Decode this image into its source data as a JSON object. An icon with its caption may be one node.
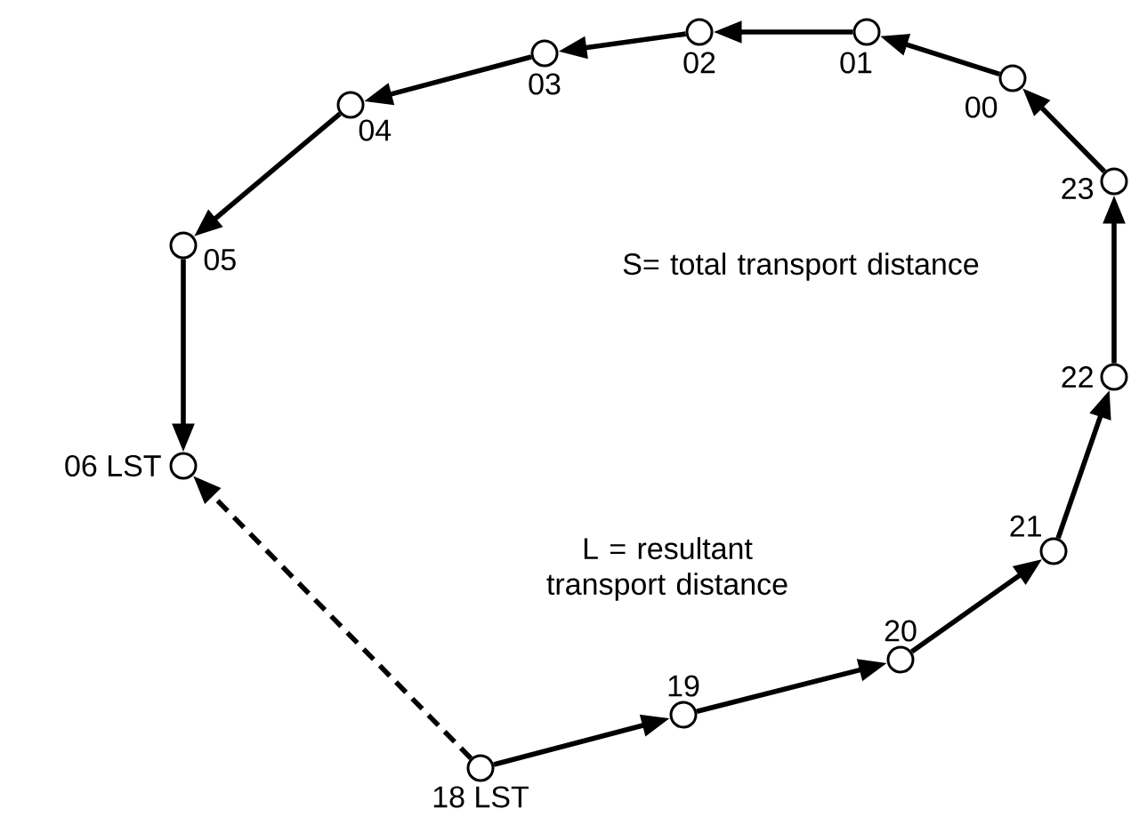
{
  "diagram": {
    "nodes": [
      {
        "text": [],
        "shape": "circle",
        "beside": [
          "18 LST"
        ]
      },
      {
        "text": [],
        "shape": "circle",
        "beside": [
          "19"
        ]
      },
      {
        "text": [],
        "shape": "circle",
        "beside": [
          "20"
        ]
      },
      {
        "text": [],
        "shape": "circle",
        "beside": [
          "21"
        ]
      },
      {
        "text": [],
        "shape": "circle",
        "beside": [
          "22"
        ]
      },
      {
        "text": [],
        "shape": "circle",
        "beside": [
          "23"
        ]
      },
      {
        "text": [],
        "shape": "circle",
        "beside": [
          "00"
        ]
      },
      {
        "text": [],
        "shape": "circle",
        "beside": [
          "01"
        ]
      },
      {
        "text": [],
        "shape": "circle",
        "beside": [
          "02"
        ]
      },
      {
        "text": [],
        "shape": "circle",
        "beside": [
          "03"
        ]
      },
      {
        "text": [],
        "shape": "circle",
        "beside": [
          "04"
        ]
      },
      {
        "text": [],
        "shape": "circle",
        "beside": [
          "05"
        ]
      },
      {
        "text": [],
        "shape": "circle",
        "beside": [
          "06 LST"
        ]
      }
    ],
    "edges": [
      {
        "from": 0,
        "to": 1,
        "arrow": "to"
      },
      {
        "from": 1,
        "to": 2,
        "arrow": "to"
      },
      {
        "from": 2,
        "to": 3,
        "arrow": "to"
      },
      {
        "from": 3,
        "to": 4,
        "arrow": "to"
      },
      {
        "from": 4,
        "to": 5,
        "arrow": "to"
      },
      {
        "from": 5,
        "to": 6,
        "arrow": "to"
      },
      {
        "from": 6,
        "to": 7,
        "arrow": "to"
      },
      {
        "from": 7,
        "to": 8,
        "arrow": "to"
      },
      {
        "from": 8,
        "to": 9,
        "arrow": "to"
      },
      {
        "from": 9,
        "to": 10,
        "arrow": "to"
      },
      {
        "from": 10,
        "to": 11,
        "arrow": "to"
      },
      {
        "from": 11,
        "to": 12,
        "arrow": "to"
      },
      {
        "from": 0,
        "to": 12,
        "arrow": "to",
        "style": "dashed"
      }
    ],
    "labels": [
      "S= total transport distance",
      "L = resultant transport distance"
    ]
  }
}
